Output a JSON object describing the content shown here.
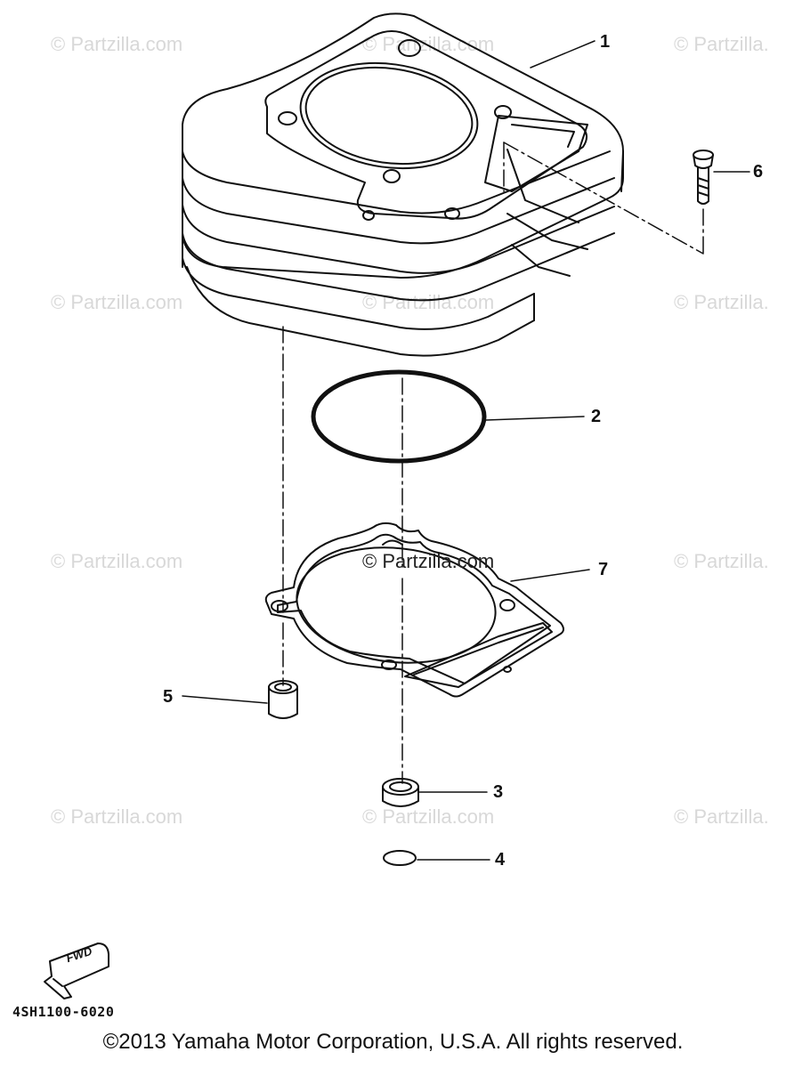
{
  "watermark": "© Partzilla.com",
  "watermark_cut": "© Partzilla.",
  "center_watermark": "© Partzilla.com",
  "parts": [
    {
      "number": "1"
    },
    {
      "number": "2"
    },
    {
      "number": "3"
    },
    {
      "number": "4"
    },
    {
      "number": "5"
    },
    {
      "number": "6"
    },
    {
      "number": "7"
    }
  ],
  "fwd_label": "FWD",
  "diagram_code": "4SH1100-6020",
  "copyright": "©2013 Yamaha Motor Corporation, U.S.A. All rights reserved.",
  "colors": {
    "line": "#111111",
    "watermark": "#d8d8d8"
  }
}
